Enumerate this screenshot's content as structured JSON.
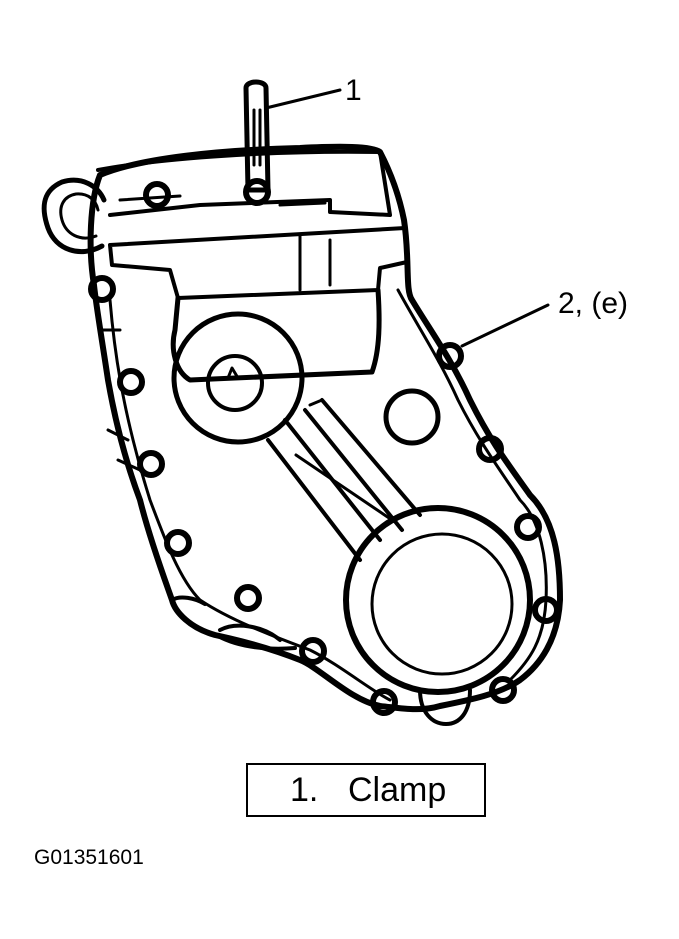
{
  "callouts": {
    "c1": "1",
    "c2": "2, (e)"
  },
  "legend": {
    "number": "1.",
    "text": "Clamp"
  },
  "figure_id": "G01351601",
  "colors": {
    "ink": "#000000",
    "paper": "#ffffff"
  }
}
